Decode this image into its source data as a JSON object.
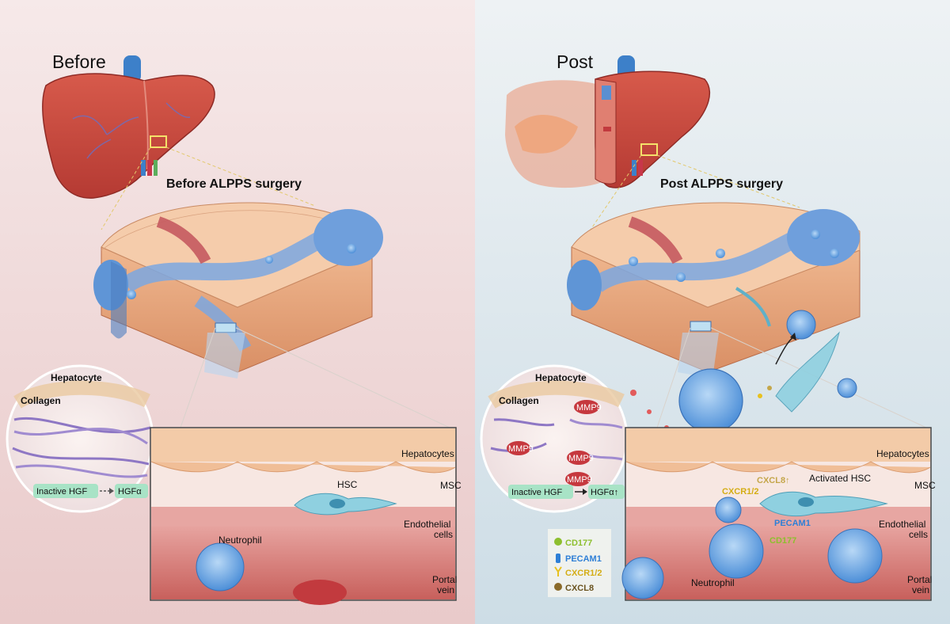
{
  "panels": {
    "before": {
      "title": "Before",
      "surgery_label": "Before ALPPS surgery",
      "zoom_circle": {
        "hepatocyte": "Hepatocyte",
        "collagen": "Collagen",
        "inactive_hgf": "Inactive HGF",
        "hgf_alpha": "HGFα"
      },
      "vessel_box": {
        "hepatocytes": "Hepatocytes",
        "msc": "MSC",
        "hsc": "HSC",
        "endothelial_line1": "Endothelial",
        "endothelial_line2": "cells",
        "neutrophil": "Neutrophil",
        "portal_line1": "Portal",
        "portal_line2": "vein"
      }
    },
    "post": {
      "title": "Post",
      "surgery_label": "Post ALPPS surgery",
      "zoom_circle": {
        "hepatocyte": "Hepatocyte",
        "collagen": "Collagen",
        "mmp9": "MMP9",
        "inactive_hgf": "Inactive HGF",
        "hgf_alpha": "HGFα↑"
      },
      "vessel_box": {
        "hepatocytes": "Hepatocytes",
        "msc": "MSC",
        "activated_hsc": "Activated HSC",
        "cxcl8_up": "CXCL8↑",
        "cxcr12": "CXCR1/2",
        "pecam1": "PECAM1",
        "cd177": "CD177",
        "endothelial_line1": "Endothelial",
        "endothelial_line2": "cells",
        "neutrophil": "Neutrophil",
        "portal_line1": "Portal",
        "portal_line2": "vein"
      }
    }
  },
  "legend": {
    "items": [
      {
        "label": "CD177",
        "color": "#8dbf2e"
      },
      {
        "label": "PECAM1",
        "color": "#2e7fd6"
      },
      {
        "label": "CXCR1/2",
        "color": "#e8c11f"
      },
      {
        "label": "CXCL8",
        "color": "#8a6a2a"
      }
    ]
  },
  "colors": {
    "bg_left": "#f2dede",
    "bg_right": "#dde8ee",
    "liver": "#c8483c",
    "tissue": "#f2c39b",
    "vessel_blue": "#5f95d6",
    "neutrophil": "#78aee8",
    "hsc": "#8fd0e0",
    "blood": "#cf6f6a",
    "hgf_box": "#a8e3c6"
  }
}
